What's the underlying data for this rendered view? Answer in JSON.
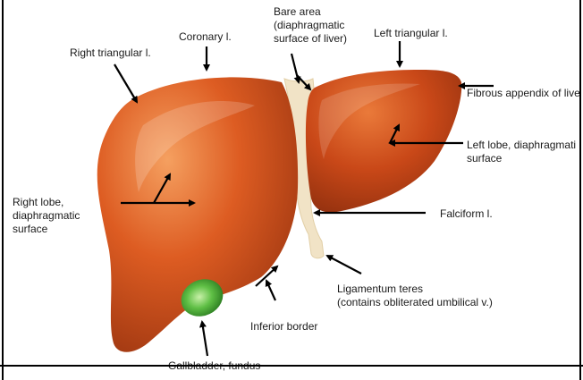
{
  "labels": {
    "bare_area": "Bare area\n(diaphragmatic\nsurface of liver)",
    "coronary": "Coronary l.",
    "right_triangular": "Right triangular l.",
    "left_triangular": "Left triangular l.",
    "fibrous_appendix": "Fibrous appendix of live",
    "left_lobe": "Left lobe, diaphragmati\nsurface",
    "right_lobe": "Right lobe,\ndiaphragmatic\nsurface",
    "falciform": "Falciform l.",
    "ligamentum_teres": "Ligamentum teres\n(contains obliterated umbilical v.)",
    "inferior_border": "Inferior border",
    "gallbladder": "Gallbladder, fundus"
  },
  "colors": {
    "liver": "#d9561e",
    "liver_dark": "#a83a12",
    "liver_light": "#f08a4a",
    "ligament": "#f1e3c6",
    "gallbladder": "#4caf3a",
    "arrow": "#000000"
  }
}
